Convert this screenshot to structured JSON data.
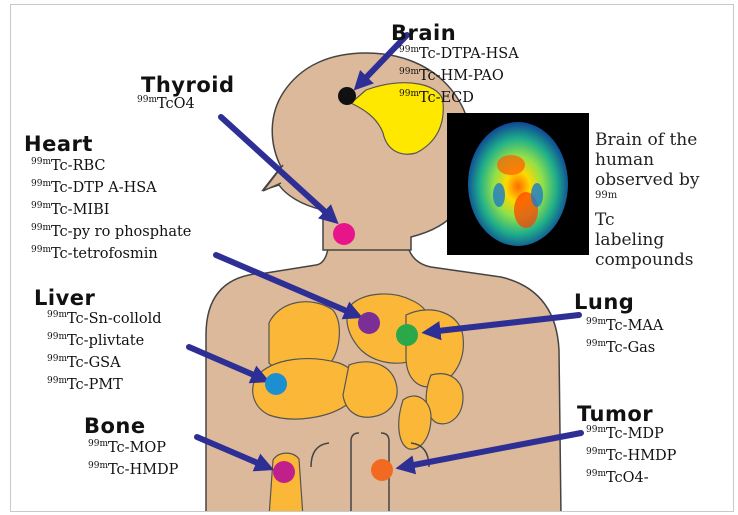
{
  "organs": {
    "brain": {
      "title": "Brain",
      "compounds": [
        "Tc-DTPA-HSA",
        "Tc-HM-PAO",
        "Tc-ECD"
      ]
    },
    "thyroid": {
      "title": "Thyroid",
      "compounds": [
        "TcO4"
      ]
    },
    "heart": {
      "title": "Heart",
      "compounds": [
        "Tc-RBC",
        "Tc-DTP A-HSA",
        "Tc-MIBI",
        "Tc-py ro phosphate",
        "Tc-tetrofosmin"
      ]
    },
    "liver": {
      "title": "Liver",
      "compounds": [
        "Tc-Sn-collold",
        "Tc-plivtate",
        "Tc-GSA",
        "Tc-PMT"
      ]
    },
    "bone": {
      "title": "Bone",
      "compounds": [
        "Tc-MOP",
        "Tc-HMDP"
      ]
    },
    "lung": {
      "title": "Lung",
      "compounds": [
        "Tc-MAA",
        "Tc-Gas"
      ]
    },
    "tumor": {
      "title": "Tumor",
      "compounds": [
        "Tc-MDP",
        "Tc-HMDP",
        "TcO4-"
      ]
    }
  },
  "isotope_prefix": "99m",
  "scan_caption": {
    "lines": [
      "Brain of the",
      "human",
      "observed by",
      "labeling",
      "compounds"
    ],
    "isotope_label": "Tc"
  },
  "colors": {
    "body_skin": "#dcb99a",
    "organ_fill": "#fbb838",
    "arrow": "#2e2f95",
    "thyroid_dot": "#e8158a",
    "heart_dot": "#7b2f96",
    "lung_dot": "#2aa84a",
    "liver_dot": "#1b8fd0",
    "bone_dot": "#c0208c",
    "tumor_dot": "#f26a21",
    "brain_dot": "#111111",
    "brain_region": "#ffe800"
  }
}
